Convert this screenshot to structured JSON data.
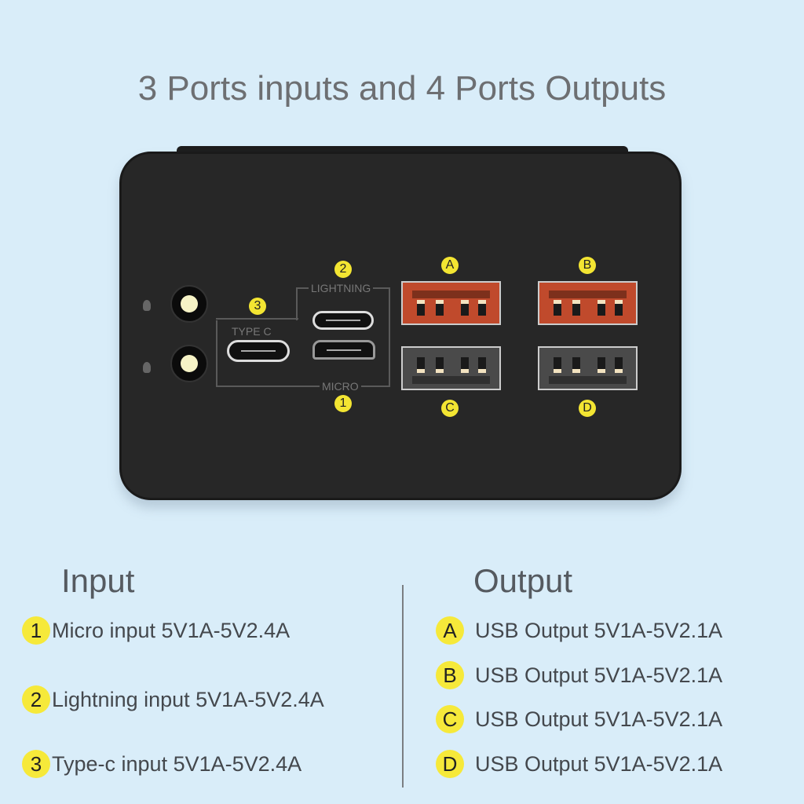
{
  "title": "3 Ports inputs and 4 Ports Outputs",
  "device": {
    "port_labels": {
      "lightning": "LIGHTNING",
      "type_c": "TYPE C",
      "micro": "MICRO"
    },
    "input_markers": [
      "1",
      "2",
      "3"
    ],
    "output_markers": [
      "A",
      "B",
      "C",
      "D"
    ],
    "colors": {
      "fast_port": "#c04a2c",
      "standard_port": "#4a4a4a",
      "marker": "#f3e532"
    }
  },
  "input": {
    "heading": "Input",
    "items": [
      {
        "num": "1",
        "text": "Micro input 5V1A-5V2.4A"
      },
      {
        "num": "2",
        "text": "Lightning input 5V1A-5V2.4A"
      },
      {
        "num": "3",
        "text": "Type-c input 5V1A-5V2.4A"
      }
    ]
  },
  "output": {
    "heading": "Output",
    "items": [
      {
        "num": "A",
        "text": "USB Output 5V1A-5V2.1A"
      },
      {
        "num": "B",
        "text": "USB Output 5V1A-5V2.1A"
      },
      {
        "num": "C",
        "text": "USB Output 5V1A-5V2.1A"
      },
      {
        "num": "D",
        "text": "USB Output 5V1A-5V2.1A"
      }
    ]
  }
}
